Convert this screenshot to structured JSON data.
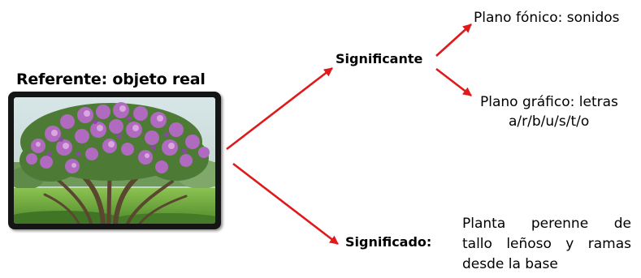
{
  "diagram": {
    "referente_title": "Referente: objeto real",
    "significante_label": "Significante",
    "significado_label": "Significado:",
    "plano_fonico": "Plano fónico: sonidos",
    "plano_grafico_line1": "Plano gráfico: letras",
    "plano_grafico_line2": "a/r/b/u/s/t/o",
    "definition_lines": [
      "Planta perenne de",
      "tallo leñoso y ramas",
      "desde la base"
    ]
  },
  "colors": {
    "arrow": "#e0191b",
    "frame": "#151515",
    "flower": "#b06ac0",
    "foliage": "#5a8a3a",
    "grass": "#6fae3c"
  },
  "icons": [
    "tree-photo",
    "arrow"
  ]
}
